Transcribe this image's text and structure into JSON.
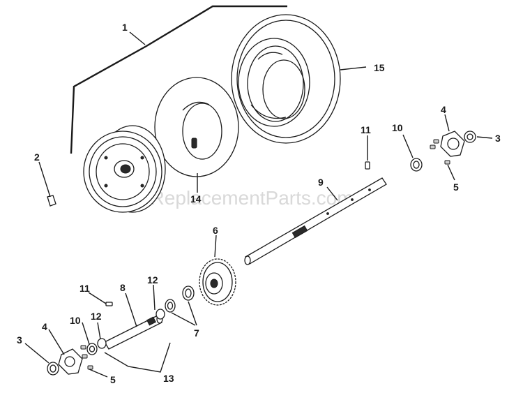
{
  "watermark": "eReplacementParts.com",
  "callouts": {
    "c1": "1",
    "c2": "2",
    "c3a": "3",
    "c3b": "3",
    "c4a": "4",
    "c4b": "4",
    "c5a": "5",
    "c5b": "5",
    "c6": "6",
    "c7": "7",
    "c8": "8",
    "c9": "9",
    "c10a": "10",
    "c10b": "10",
    "c11a": "11",
    "c11b": "11",
    "c12a": "12",
    "c12b": "12",
    "c13": "13",
    "c14": "14",
    "c15": "15"
  }
}
